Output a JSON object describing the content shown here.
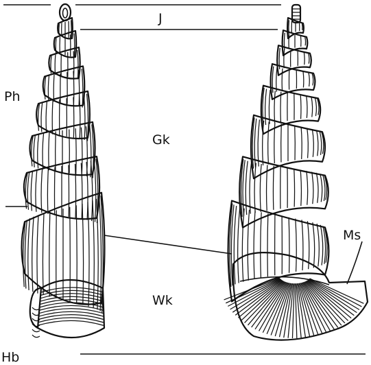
{
  "figure": {
    "labels": {
      "apex": "J",
      "upper_left": "Ph",
      "middle": "Gk",
      "lower_middle": "Wk",
      "bottom_left": "Hb",
      "right": "Ms"
    },
    "background": "#ffffff",
    "ink": "#111111"
  }
}
